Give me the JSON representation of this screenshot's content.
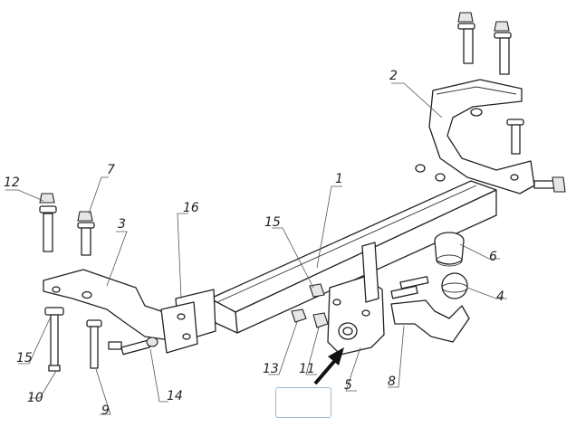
{
  "callouts": [
    {
      "id": "c1",
      "label": "1"
    },
    {
      "id": "c2",
      "label": "2"
    },
    {
      "id": "c3",
      "label": "3"
    },
    {
      "id": "c4",
      "label": "4"
    },
    {
      "id": "c5",
      "label": "5"
    },
    {
      "id": "c6",
      "label": "6"
    },
    {
      "id": "c7",
      "label": "7"
    },
    {
      "id": "c8",
      "label": "8"
    },
    {
      "id": "c9",
      "label": "9"
    },
    {
      "id": "c10",
      "label": "10"
    },
    {
      "id": "c11",
      "label": "11"
    },
    {
      "id": "c12",
      "label": "12"
    },
    {
      "id": "c13",
      "label": "13"
    },
    {
      "id": "c14",
      "label": "14"
    },
    {
      "id": "c15a",
      "label": "15"
    },
    {
      "id": "c15b",
      "label": "15"
    },
    {
      "id": "c16",
      "label": "16"
    }
  ],
  "colors": {
    "stroke": "#222222",
    "fill": "#ffffff",
    "box_border": "#9fb8cc"
  }
}
